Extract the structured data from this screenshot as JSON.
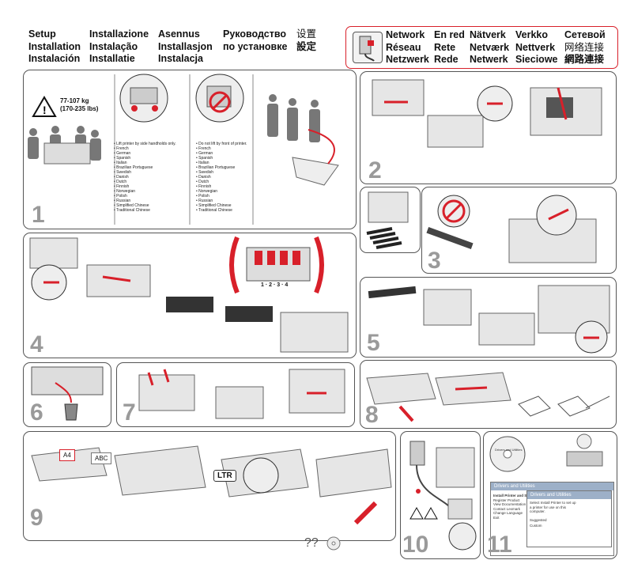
{
  "header": {
    "col1": [
      "Setup",
      "Installation",
      "Instalación"
    ],
    "col2": [
      "Installazione",
      "Instalação",
      "Installatie"
    ],
    "col3": [
      "Asennus",
      "Installasjon",
      "Instalacja"
    ],
    "col4": [
      "Руководство",
      "по установке"
    ],
    "col5": [
      "设置",
      "設定"
    ]
  },
  "network": {
    "col1": [
      "Network",
      "Réseau",
      "Netzwerk"
    ],
    "col2": [
      "En red",
      "Rete",
      "Rede"
    ],
    "col3": [
      "Nätverk",
      "Netværk",
      "Netwerk"
    ],
    "col4": [
      "Verkko",
      "Nettverk",
      "Sieciowe"
    ],
    "col5": [
      "Сетевой",
      "网络连接",
      "網路連接"
    ]
  },
  "step1": {
    "number": "1",
    "weight": "77-107 kg",
    "weight_lbs": "(170-235 lbs)",
    "lift_title": "• Lift printer by side handholds only.",
    "lift_langs": [
      "• French",
      "• German",
      "• Spanish",
      "• Italian",
      "• Brazilian Portuguese",
      "• Swedish",
      "• Danish",
      "• Dutch",
      "• Finnish",
      "• Norwegian",
      "• Polish",
      "• Russian",
      "• Simplified Chinese",
      "• Traditional Chinese"
    ],
    "front_title": "• Do not lift by front of printer.",
    "front_langs": [
      "• French",
      "• German",
      "• Spanish",
      "• Italian",
      "• Brazilian Portuguese",
      "• Swedish",
      "• Danish",
      "• Dutch",
      "• Finnish",
      "• Norwegian",
      "• Polish",
      "• Russian",
      "• Simplified Chinese",
      "• Traditional Chinese"
    ]
  },
  "steps": {
    "s2": "2",
    "s3": "3",
    "s4": "4",
    "s5": "5",
    "s6": "6",
    "s7": "7",
    "s8": "8",
    "s9": "9",
    "s10": "10",
    "s11": "11"
  },
  "step4_labels": {
    "slots": "1 · 2 · 3 · 4"
  },
  "step9": {
    "letter": "LTR",
    "abc": "ABC",
    "a4": "A4"
  },
  "step11": {
    "cd_label": "Drivers and Utilities",
    "window_title": "Drivers and Utilities",
    "menu": [
      "Install Printer and Software",
      "Register Product",
      "View Documentation",
      "Contact Lexmark",
      "Change Language",
      "Exit"
    ],
    "dialog_title": "Drivers and Utilities",
    "dialog_text": "Select Install Printer to set up a printer for use on this computer.",
    "option_a": "Suggested",
    "option_b": "Custom"
  },
  "help": {
    "glyph": "??"
  }
}
